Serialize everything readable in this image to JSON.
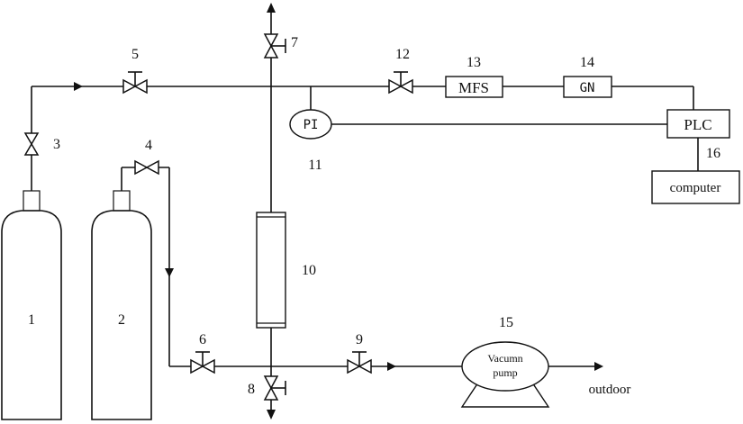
{
  "components": {
    "cylinder_1": "1",
    "cylinder_2": "2",
    "valve_3": "3",
    "valve_4": "4",
    "valve_5": "5",
    "valve_6": "6",
    "valve_7": "7",
    "valve_8": "8",
    "valve_9": "9",
    "column_10": "10",
    "pi_11": "11",
    "valve_12": "12",
    "mfs_13": "13",
    "gn_14": "14",
    "pump_15": "15",
    "plc_16": "16"
  },
  "labels": {
    "pi": "PI",
    "mfs": "MFS",
    "gn": "GN",
    "plc": "PLC",
    "computer": "computer",
    "pump_line1": "Vacumn",
    "pump_line2": "pump",
    "outdoor": "outdoor"
  }
}
